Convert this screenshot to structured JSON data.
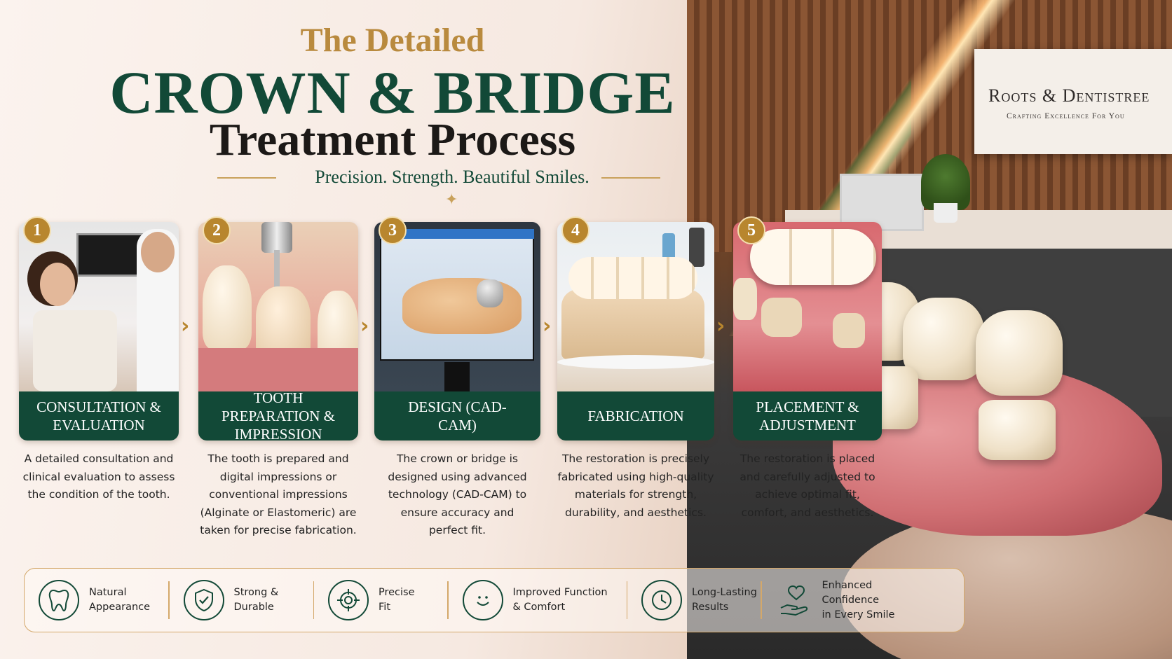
{
  "title": {
    "line1": "The Detailed",
    "line2": "CROWN & BRIDGE",
    "line3": "Treatment Process",
    "tagline": "Precision. Strength. Beautiful Smiles."
  },
  "clinic_sign": {
    "brand": "Roots & Dentistree",
    "tagline": "Crafting Excellence For You"
  },
  "steps": [
    {
      "number": "1",
      "title": "CONSULTATION & EVALUATION",
      "description": "A detailed consultation and clinical evaluation to assess the condition of the tooth."
    },
    {
      "number": "2",
      "title": "TOOTH PREPARATION & IMPRESSION",
      "description": "The tooth is prepared and digital impressions or conventional impressions (Alginate or Elastomeric) are taken for precise fabrication."
    },
    {
      "number": "3",
      "title": "DESIGN (CAD-CAM)",
      "description": "The crown or bridge is designed using advanced technology (CAD-CAM) to ensure accuracy and perfect fit."
    },
    {
      "number": "4",
      "title": "FABRICATION",
      "description": "The restoration is precisely fabricated using high-quality materials for strength, durability, and aesthetics."
    },
    {
      "number": "5",
      "title": "PLACEMENT & ADJUSTMENT",
      "description": "The restoration is placed and carefully adjusted to achieve optimal fit, comfort, and aesthetics."
    }
  ],
  "benefits": [
    {
      "icon": "tooth-icon",
      "label": "Natural\nAppearance"
    },
    {
      "icon": "shield-check-icon",
      "label": "Strong &\nDurable"
    },
    {
      "icon": "target-icon",
      "label": "Precise\nFit"
    },
    {
      "icon": "smile-icon",
      "label": "Improved Function\n& Comfort"
    },
    {
      "icon": "clock-icon",
      "label": "Long-Lasting\nResults"
    },
    {
      "icon": "heart-hand-icon",
      "label": "Enhanced Confidence\nin Every Smile"
    }
  ],
  "colors": {
    "brand_green": "#124937",
    "gold": "#b8862e",
    "background": "#f8ede6"
  }
}
